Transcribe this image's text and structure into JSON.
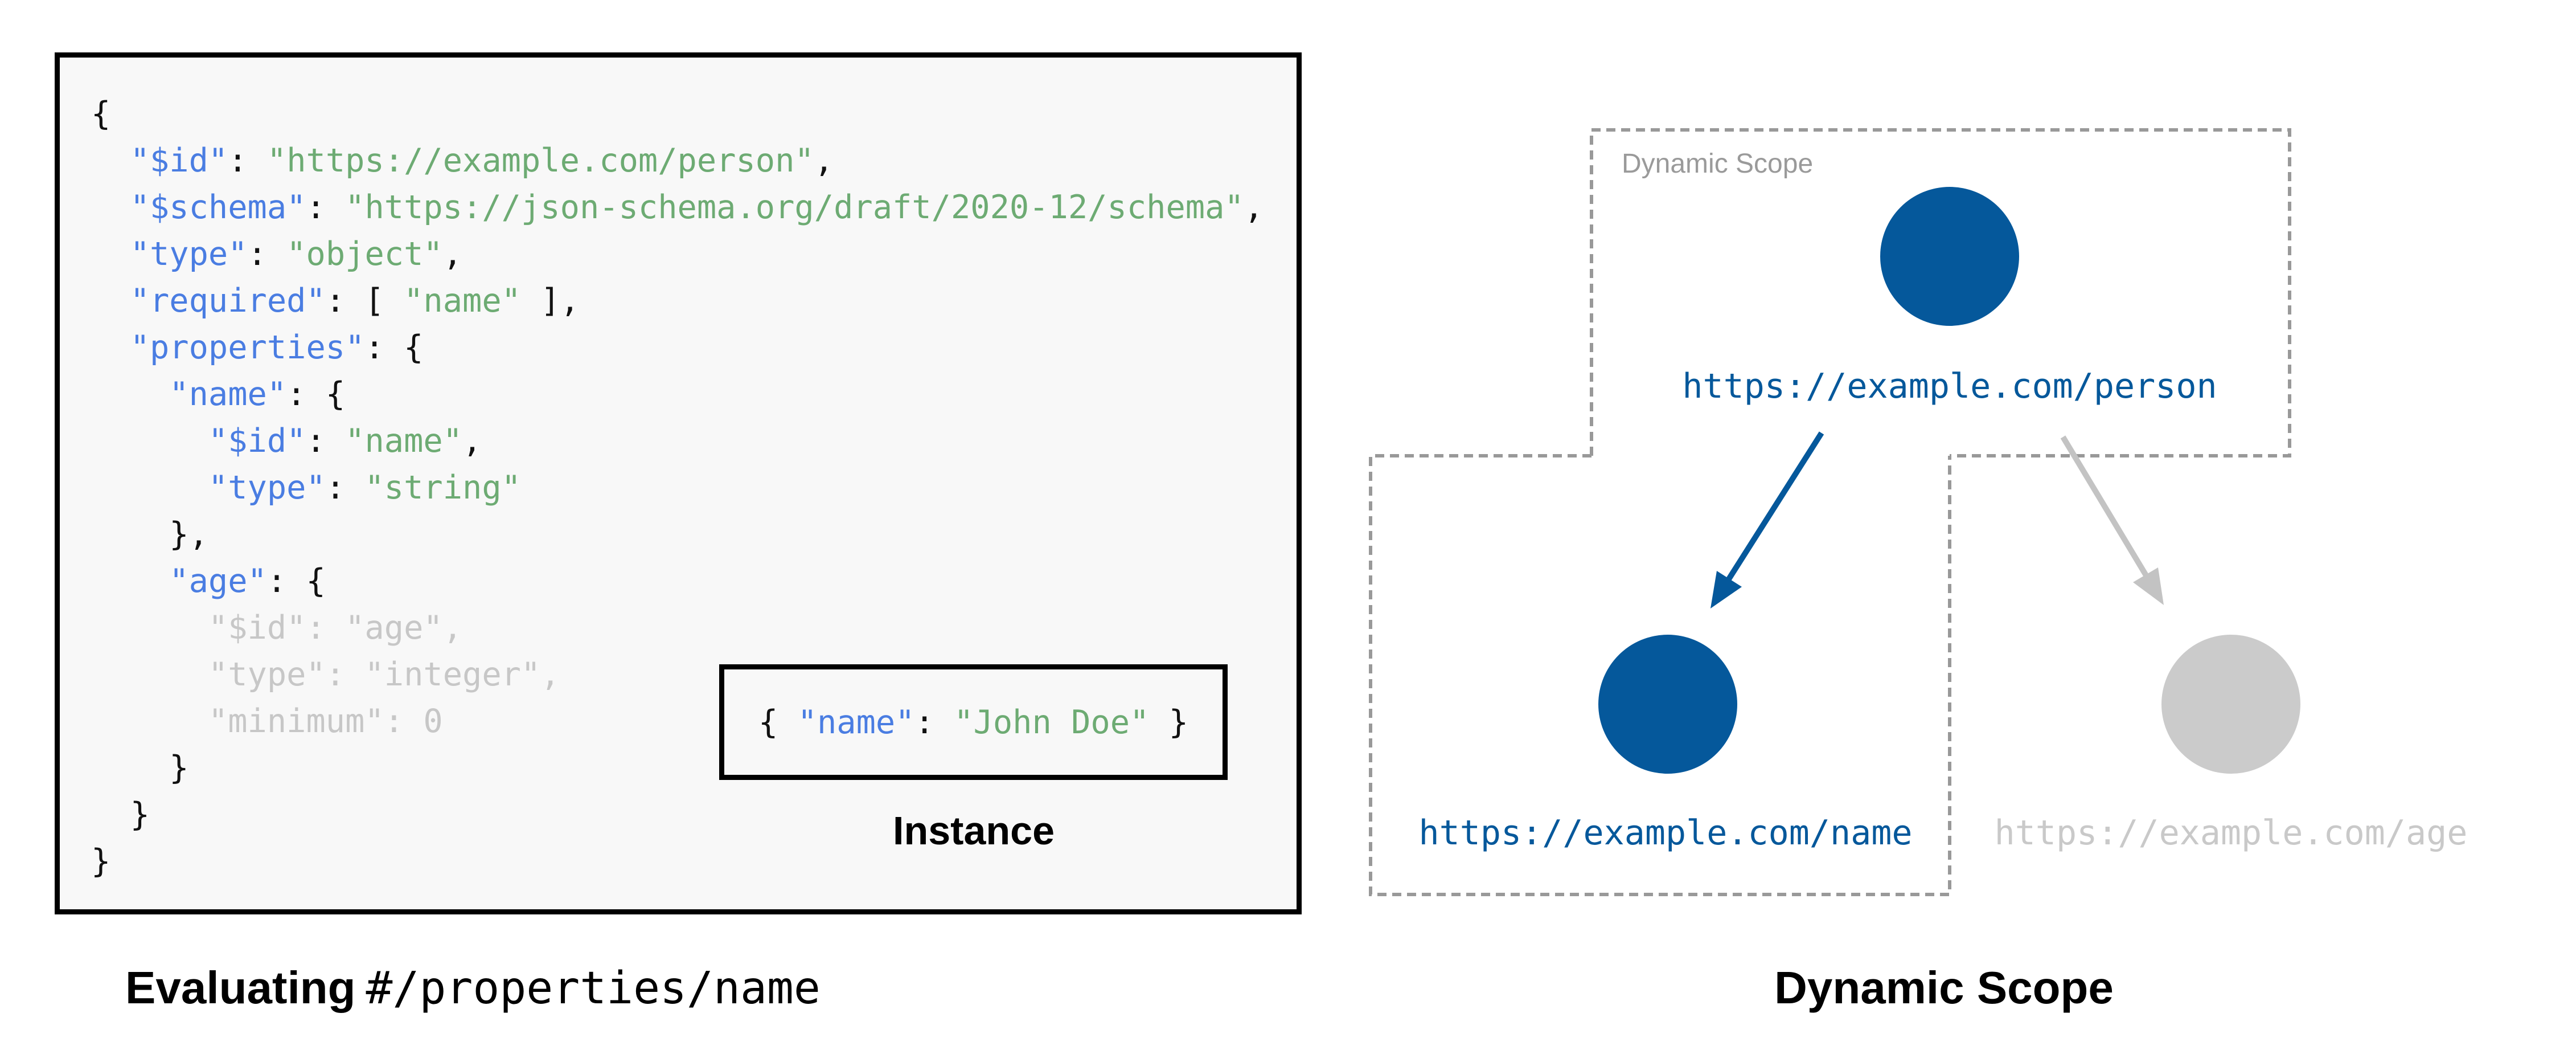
{
  "colors": {
    "code_key": "#4a7de2",
    "code_string": "#6dab73",
    "code_punct": "#111111",
    "code_muted": "#c7c7c7",
    "code_bg": "#f8f8f8",
    "box_border": "#000000",
    "node_blue": "#05589b",
    "node_gray": "#cbcbcb",
    "dash_gray": "#999999",
    "scope_label_gray": "#9a9a9a",
    "url_blue": "#05589b",
    "url_gray": "#c9c9c9",
    "arrow_blue": "#05589b",
    "arrow_gray": "#c3c3c3"
  },
  "schema_panel": {
    "code_lines": [
      {
        "muted": false,
        "segments": [
          {
            "t": "{",
            "c": "p"
          }
        ]
      },
      {
        "muted": false,
        "segments": [
          {
            "t": "  ",
            "c": "p"
          },
          {
            "t": "\"$id\"",
            "c": "k"
          },
          {
            "t": ": ",
            "c": "p"
          },
          {
            "t": "\"https://example.com/person\"",
            "c": "s"
          },
          {
            "t": ",",
            "c": "p"
          }
        ]
      },
      {
        "muted": false,
        "segments": [
          {
            "t": "  ",
            "c": "p"
          },
          {
            "t": "\"$schema\"",
            "c": "k"
          },
          {
            "t": ": ",
            "c": "p"
          },
          {
            "t": "\"https://json-schema.org/draft/2020-12/schema\"",
            "c": "s"
          },
          {
            "t": ",",
            "c": "p"
          }
        ]
      },
      {
        "muted": false,
        "segments": [
          {
            "t": "  ",
            "c": "p"
          },
          {
            "t": "\"type\"",
            "c": "k"
          },
          {
            "t": ": ",
            "c": "p"
          },
          {
            "t": "\"object\"",
            "c": "s"
          },
          {
            "t": ",",
            "c": "p"
          }
        ]
      },
      {
        "muted": false,
        "segments": [
          {
            "t": "  ",
            "c": "p"
          },
          {
            "t": "\"required\"",
            "c": "k"
          },
          {
            "t": ": [ ",
            "c": "p"
          },
          {
            "t": "\"name\"",
            "c": "s"
          },
          {
            "t": " ],",
            "c": "p"
          }
        ]
      },
      {
        "muted": false,
        "segments": [
          {
            "t": "  ",
            "c": "p"
          },
          {
            "t": "\"properties\"",
            "c": "k"
          },
          {
            "t": ": {",
            "c": "p"
          }
        ]
      },
      {
        "muted": false,
        "segments": [
          {
            "t": "    ",
            "c": "p"
          },
          {
            "t": "\"name\"",
            "c": "k"
          },
          {
            "t": ": {",
            "c": "p"
          }
        ]
      },
      {
        "muted": false,
        "segments": [
          {
            "t": "      ",
            "c": "p"
          },
          {
            "t": "\"$id\"",
            "c": "k"
          },
          {
            "t": ": ",
            "c": "p"
          },
          {
            "t": "\"name\"",
            "c": "s"
          },
          {
            "t": ",",
            "c": "p"
          }
        ]
      },
      {
        "muted": false,
        "segments": [
          {
            "t": "      ",
            "c": "p"
          },
          {
            "t": "\"type\"",
            "c": "k"
          },
          {
            "t": ": ",
            "c": "p"
          },
          {
            "t": "\"string\"",
            "c": "s"
          }
        ]
      },
      {
        "muted": false,
        "segments": [
          {
            "t": "    },",
            "c": "p"
          }
        ]
      },
      {
        "muted": false,
        "segments": [
          {
            "t": "    ",
            "c": "p"
          },
          {
            "t": "\"age\"",
            "c": "k"
          },
          {
            "t": ": {",
            "c": "p"
          }
        ]
      },
      {
        "muted": true,
        "segments": [
          {
            "t": "      \"$id\": \"age\",",
            "c": "m"
          }
        ]
      },
      {
        "muted": true,
        "segments": [
          {
            "t": "      \"type\": \"integer\",",
            "c": "m"
          }
        ]
      },
      {
        "muted": true,
        "segments": [
          {
            "t": "      \"minimum\": 0",
            "c": "m"
          }
        ]
      },
      {
        "muted": false,
        "segments": [
          {
            "t": "    }",
            "c": "p"
          }
        ]
      },
      {
        "muted": false,
        "segments": [
          {
            "t": "  }",
            "c": "p"
          }
        ]
      },
      {
        "muted": false,
        "segments": [
          {
            "t": "}",
            "c": "p"
          }
        ]
      }
    ],
    "instance": {
      "segments": [
        {
          "t": "{ ",
          "c": "p"
        },
        {
          "t": "\"name\"",
          "c": "k"
        },
        {
          "t": ": ",
          "c": "p"
        },
        {
          "t": "\"John Doe\"",
          "c": "s"
        },
        {
          "t": " }",
          "c": "p"
        }
      ],
      "label": "Instance"
    },
    "caption": {
      "prefix": "Evaluating",
      "pointer": "#/properties/name"
    }
  },
  "scope_panel": {
    "scope_label": "Dynamic Scope",
    "person_url": "https://example.com/person",
    "name_url": "https://example.com/name",
    "age_url": "https://example.com/age",
    "caption": "Dynamic Scope"
  }
}
